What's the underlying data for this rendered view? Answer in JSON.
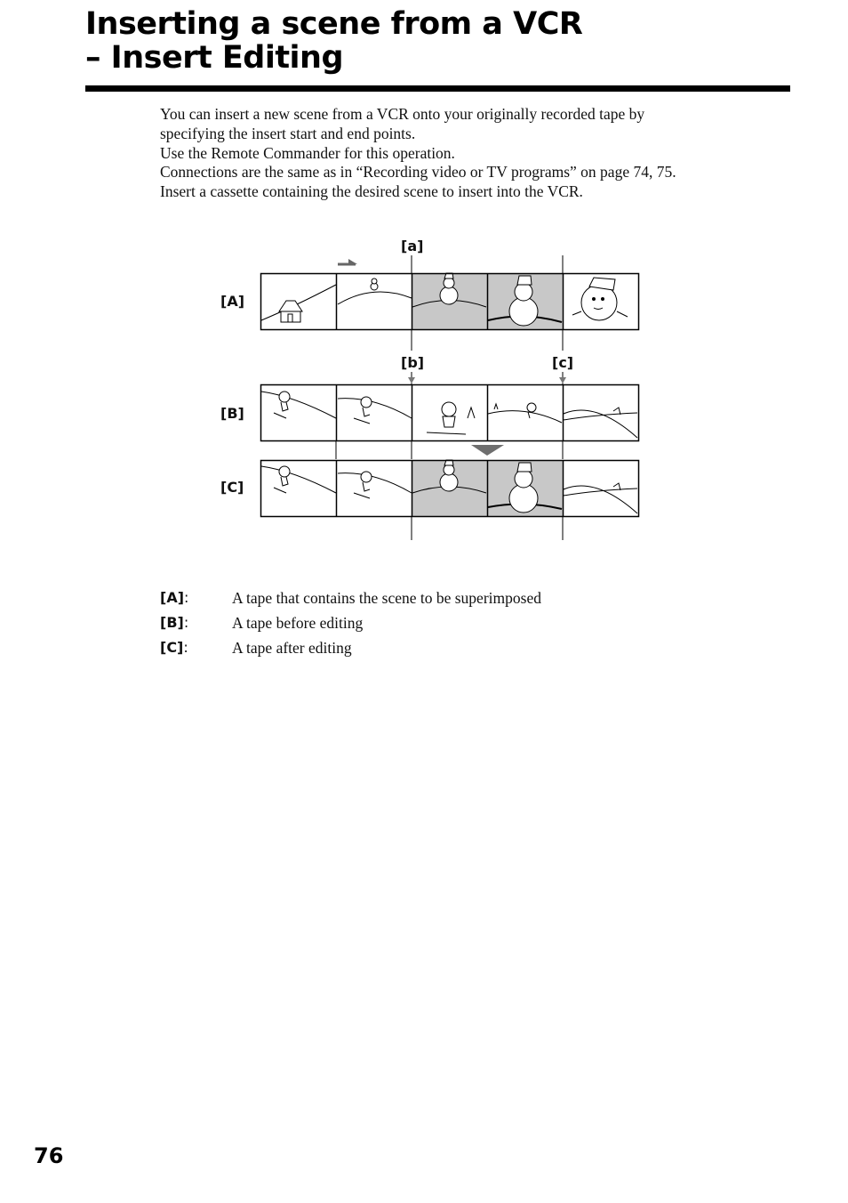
{
  "header": {
    "title_line1": "Inserting a scene from a VCR",
    "title_line2": "– Insert Editing"
  },
  "intro": {
    "lines": [
      "You can insert a new scene from a VCR onto your originally recorded tape by",
      "specifying the insert start and end points.",
      "Use the Remote Commander for this operation.",
      "Connections are the same as in “Recording video or TV programs” on page 74, 75.",
      "Insert a cassette containing the desired scene to insert into the VCR."
    ]
  },
  "diagram": {
    "markers": {
      "a": "[a]",
      "b": "[b]",
      "c": "[c]"
    },
    "row_labels": {
      "A": "[A]",
      "B": "[B]",
      "C": "[C]"
    },
    "colors": {
      "shaded_frame": "#c8c8c8",
      "arrow": "#6e6e6e",
      "line": "#000000"
    }
  },
  "legend": [
    {
      "key": "[A]",
      "text": "A tape that contains the scene to be superimposed"
    },
    {
      "key": "[B]",
      "text": "A tape before editing"
    },
    {
      "key": "[C]",
      "text": "A tape after editing"
    }
  ],
  "page_number": "76"
}
